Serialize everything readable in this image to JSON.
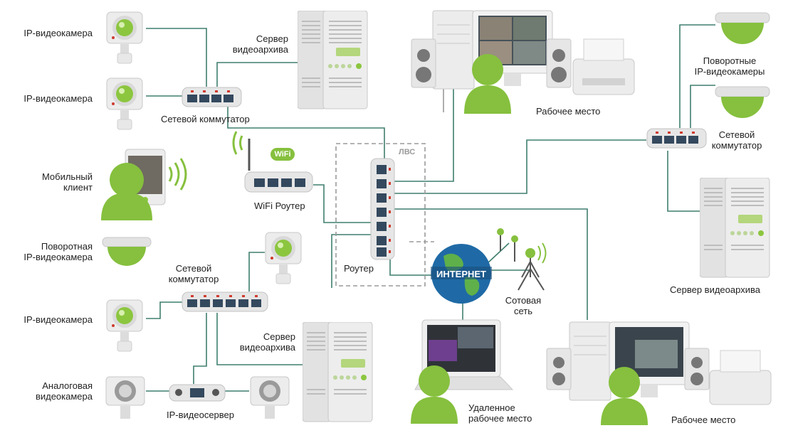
{
  "labels": {
    "ip_camera_1": "IP-видеокамера",
    "ip_camera_2": "IP-видеокамера",
    "switch_top": "Сетевой коммутатор",
    "server_top": "Сервер\nвидеоархива",
    "workstation_top": "Рабочее место",
    "ptz_cameras": "Поворотные\nIP-видеокамеры",
    "switch_right": "Сетевой\nкоммутатор",
    "mobile_client": "Мобильный\nклиент",
    "wifi_badge": "WiFi",
    "wifi_router": "WiFi Роутер",
    "lan": "ЛВС",
    "router": "Роутер",
    "server_right": "Сервер видеоархива",
    "ptz_camera": "Поворотная\nIP-видеокамера",
    "switch_bottom": "Сетевой\nкоммутатор",
    "ip_camera_3": "IP-видеокамера",
    "server_bottom": "Сервер\nвидеоархива",
    "internet": "ИНТЕРНЕТ",
    "cellular": "Сотовая\nсеть",
    "analog_camera": "Аналоговая\nвидеокамера",
    "ip_videoserver": "IP-видеосервер",
    "remote_workstation": "Удаленное\nрабочее место",
    "workstation_bottom": "Рабочее место"
  },
  "colors": {
    "link": "#3f7f6e",
    "green": "#78b832",
    "device_grey": "#e4e4e4",
    "lan_border": "#9a9a9a"
  }
}
